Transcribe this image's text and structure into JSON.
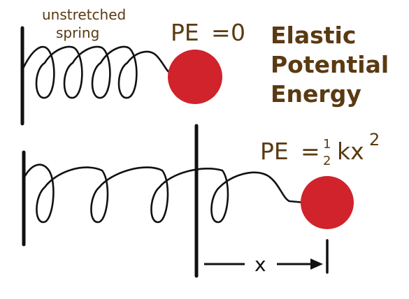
{
  "top": {
    "note_line1": "unstretched",
    "note_line2": "spring",
    "pe_label": "PE",
    "pe_equals": "=",
    "pe_value": "0"
  },
  "title": {
    "line1": "Elastic",
    "line2": "Potential",
    "line3": "Energy"
  },
  "bottom": {
    "pe_label": "PE",
    "pe_equals": "=",
    "fraction_numerator": "1",
    "fraction_denominator": "2",
    "formula_body": "kx",
    "exponent": "2",
    "displacement_label": "x"
  },
  "colors": {
    "ball": "#d0232c",
    "text_brown": "#5a3a12",
    "ink": "#111111"
  }
}
